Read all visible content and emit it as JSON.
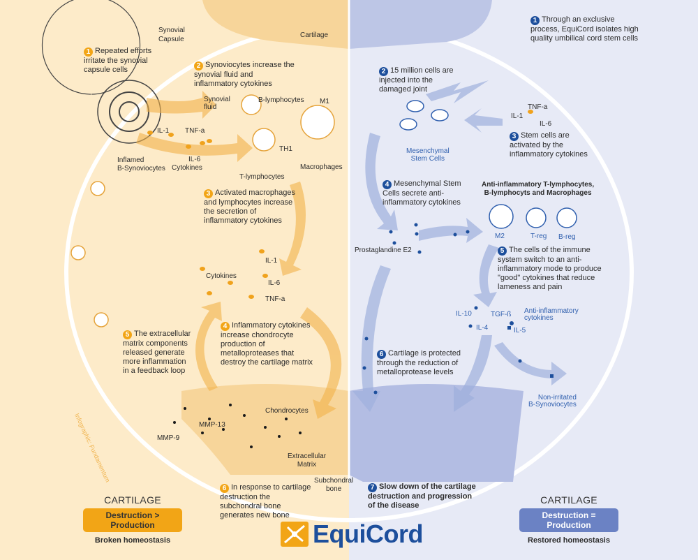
{
  "left": {
    "labels": {
      "synovial_capsule": "Synovial\nCapsule",
      "cartilage": "Cartilage",
      "synovial_fluid": "Synovial\nfluid",
      "b_lymphocytes": "B-lymphocytes",
      "m1": "M1",
      "th1": "TH1",
      "t_lymphocytes": "T-lymphocytes",
      "macrophages": "Macrophages",
      "il1": "IL-1",
      "tnfa": "TNF-a",
      "il6": "IL-6",
      "cytokines": "Cytokines",
      "inflamed": "Inflamed\nB-Synoviocytes",
      "il1_b": "IL-1",
      "il6_b": "IL-6",
      "tnfa_b": "TNF-a",
      "cytokines_b": "Cytokines",
      "chondrocytes": "Chondrocytes",
      "mmp13": "MMP-13",
      "mmp9": "MMP-9",
      "ecm": "Extracellular\nMatrix",
      "subchondral": "Subchondral\nbone",
      "watermark": "Infographic: Fundamentum"
    },
    "steps": [
      {
        "n": "1",
        "text": "Repeated efforts irritate the synovial capsule cells"
      },
      {
        "n": "2",
        "text": "Synoviocytes increase the synovial fluid and inflammatory cytokines"
      },
      {
        "n": "3",
        "text": "Activated macrophages and lymphocytes increase the secretion of inflammatory cytokines"
      },
      {
        "n": "4",
        "text": "Inflammatory cytokines increase chondrocyte production of metalloproteases that destroy the cartilage matrix"
      },
      {
        "n": "5",
        "text": "The extracellular matrix components released generate more inflammation in a feedback loop"
      },
      {
        "n": "6",
        "text": "In response to cartilage destruction the subchondral bone generates new bone"
      }
    ],
    "cartilage": {
      "heading": "CARTILAGE",
      "pill": "Destruction > Production",
      "status": "Broken homeostasis"
    }
  },
  "right": {
    "labels": {
      "tnfa": "TNF-a",
      "il1": "IL-1",
      "il6": "IL-6",
      "msc": "Mesenchymal\nStem Cells",
      "anti_cells": "Anti-inflammatory T-lymphocytes,\nB-lymphocyts and Macrophages",
      "m2": "M2",
      "treg": "T-reg",
      "breg": "B-reg",
      "pge2": "Prostaglandine E2",
      "il10": "IL-10",
      "tgfb": "TGF-ß",
      "il4": "IL-4",
      "il5": "IL-5",
      "anti_cyt": "Anti-inflammatory\ncytokines",
      "non_irritated": "Non-irritated\nB-Synoviocytes"
    },
    "steps": [
      {
        "n": "1",
        "text": "Through an exclusive process, EquiCord isolates high quality umbilical cord stem cells"
      },
      {
        "n": "2",
        "text": "15 million cells are injected into the damaged joint"
      },
      {
        "n": "3",
        "text": "Stem cells are activated by the inflammatory cytokines"
      },
      {
        "n": "4",
        "text": "Mesenchymal Stem Cells secrete anti-inflammatory cytokines"
      },
      {
        "n": "5",
        "text": "The cells of the immune system switch to an anti-inflammatory mode to produce \"good\" cytokines that reduce lameness and pain"
      },
      {
        "n": "6",
        "text": "Cartilage is protected through the reduction of metalloprotease levels"
      },
      {
        "n": "7",
        "text": "Slow down of the cartilage destruction and progression of the disease"
      }
    ],
    "cartilage": {
      "heading": "CARTILAGE",
      "pill": "Destruction = Production",
      "status": "Restored homeostasis"
    }
  },
  "brand": {
    "name": "EquiCord"
  },
  "colors": {
    "orange": "#f2a516",
    "blue": "#1d4f9c",
    "peach": "#fdebc9",
    "lavender": "#e7eaf6"
  }
}
